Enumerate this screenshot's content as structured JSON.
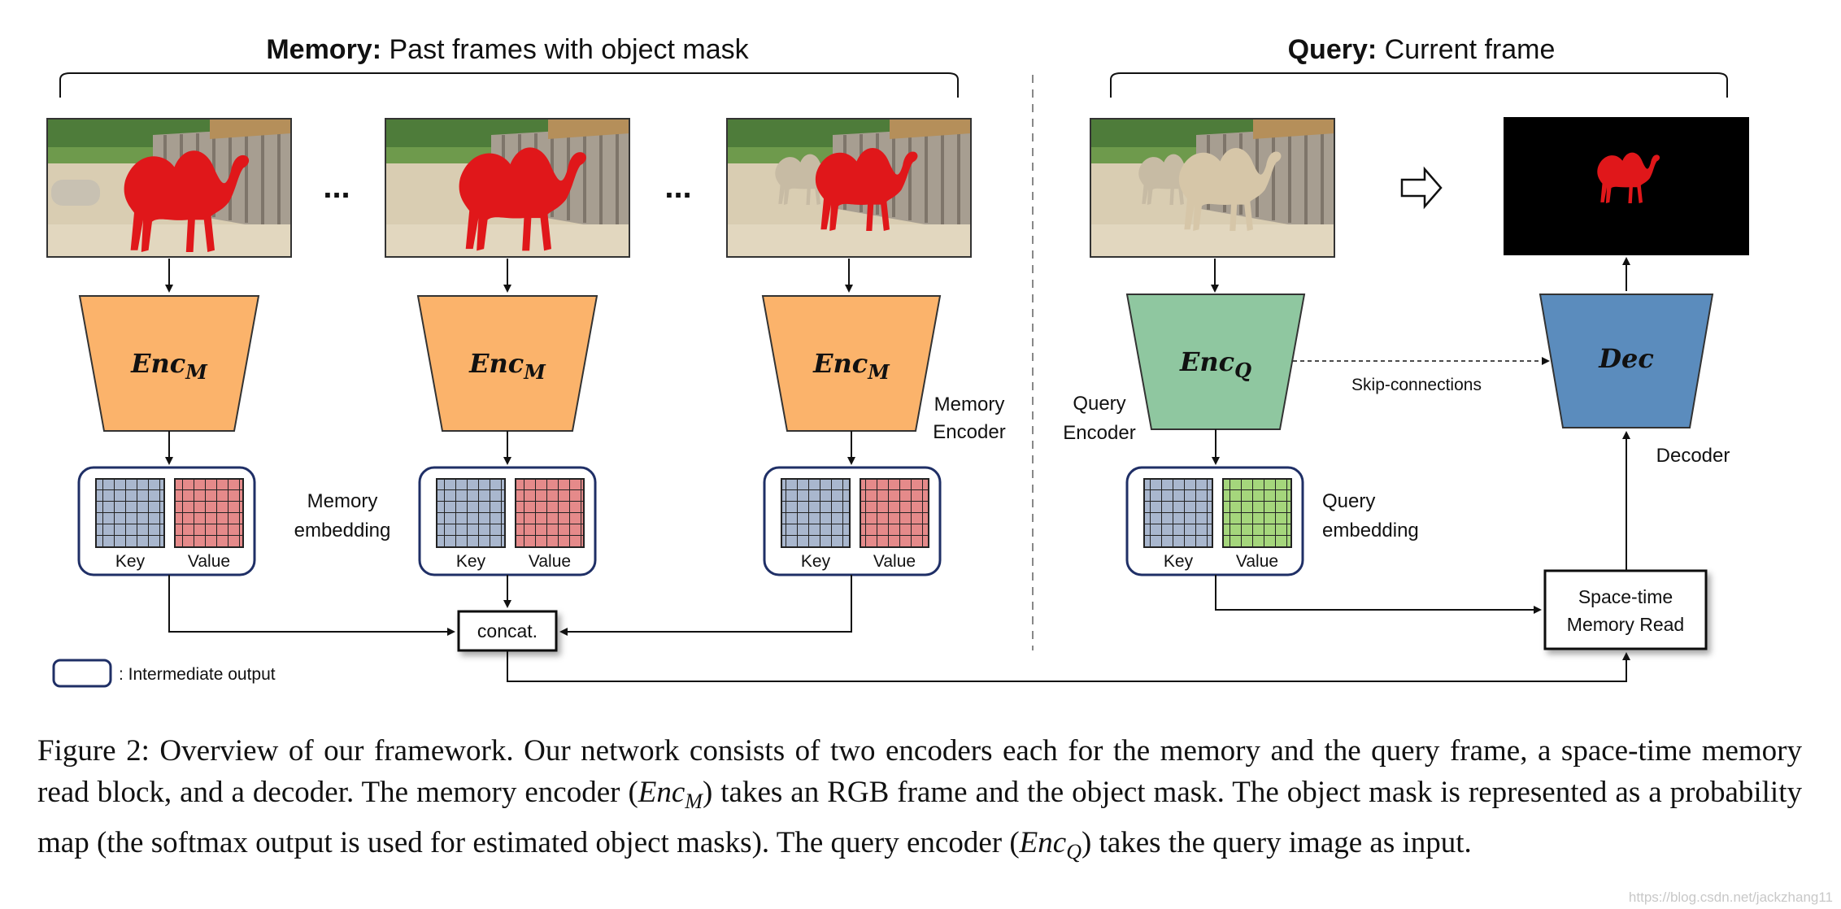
{
  "memory_header": {
    "bold": "Memory:",
    "rest": " Past frames with object mask"
  },
  "query_header": {
    "bold": "Query:",
    "rest": " Current frame"
  },
  "ellipsis": "...",
  "encoder_memory": {
    "base": "Enc",
    "sub": "M"
  },
  "encoder_query": {
    "base": "Enc",
    "sub": "Q"
  },
  "decoder": "Dec",
  "memory_encoder_label": [
    "Memory",
    "Encoder"
  ],
  "query_encoder_label": [
    "Query",
    "Encoder"
  ],
  "decoder_label": "Decoder",
  "memory_embedding_label": [
    "Memory",
    "embedding"
  ],
  "query_embedding_label": [
    "Query",
    "embedding"
  ],
  "key_label": "Key",
  "value_label": "Value",
  "concat_label": "concat.",
  "stm_read_label": [
    "Space-time",
    "Memory Read"
  ],
  "skip_label": "Skip-connections",
  "legend_label": ": Intermediate output",
  "colors": {
    "encoder_memory": "#FBB36B",
    "encoder_query": "#8FC7A0",
    "decoder": "#5B8CBD",
    "key_grid": "#A9B7CE",
    "value_grid_memory": "#E58A8A",
    "value_grid_query": "#A5D67C",
    "embedding_border": "#1F2F66",
    "mask_red": "#E0171A"
  },
  "caption": {
    "p1": "Figure 2: Overview of our framework. Our network consists of two encoders each for the memory and the query frame, a space-time memory read block, and a decoder. The memory encoder (",
    "encM_base": "Enc",
    "encM_sub": "M",
    "p2": ") takes an RGB frame and the object mask. The object mask is represented as a probability map (the softmax output is used for estimated object masks). The query encoder (",
    "encQ_base": "Enc",
    "encQ_sub": "Q",
    "p3": ") takes the query image as input."
  },
  "watermark": "https://blog.csdn.net/jackzhang11"
}
